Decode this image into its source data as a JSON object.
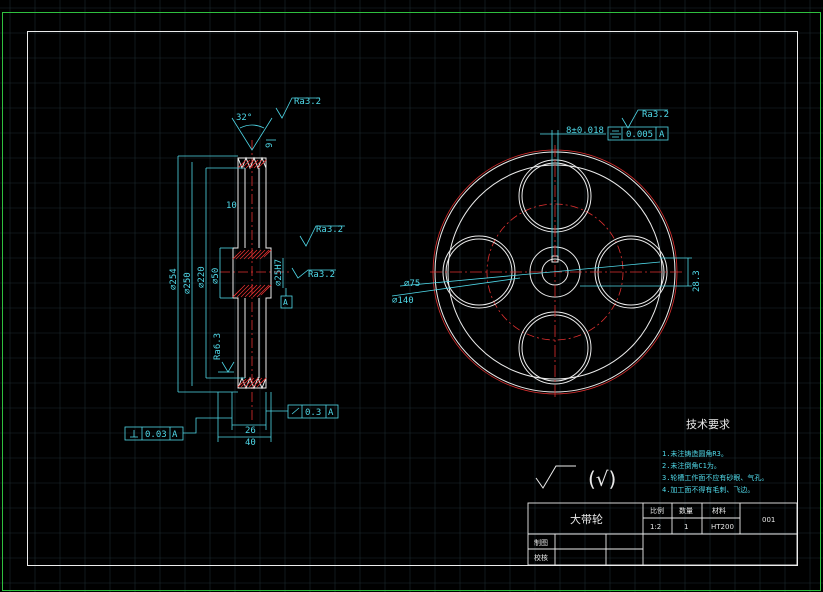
{
  "side_view": {
    "angle": "32°",
    "roughness_top": "Ra3.2",
    "roughness_mid": "Ra3.2",
    "roughness_bore": "Ra3.2",
    "roughness_face": "Ra6.3",
    "dim_9": "9",
    "dim_10": "10",
    "dia_254": "⌀254",
    "dia_250": "⌀250",
    "dia_220": "⌀220",
    "dia_50": "⌀50",
    "dia_25": "⌀25H7",
    "datum_label": "A",
    "dim_26": "26",
    "dim_40": "40",
    "perp_tol": "0.03",
    "perp_datum": "A",
    "runout_tol": "0.3",
    "runout_datum": "A"
  },
  "front_view": {
    "keyway_dim": "8±0.018",
    "sym_tol": "0.005",
    "sym_datum": "A",
    "roughness": "Ra3.2",
    "dia_75": "⌀75",
    "dia_140": "⌀140",
    "dim_28": "28.3"
  },
  "requirements": {
    "title": "技术要求",
    "items": [
      "1.未注铸造圆角R3。",
      "2.未注倒角C1为。",
      "3.轮槽工作面不应有砂眼、气孔。",
      "4.加工面不得有毛刺、飞边。"
    ]
  },
  "general_symbol": "(√)",
  "title_block": {
    "part_name": "大带轮",
    "col_scale": "比例",
    "col_qty": "数量",
    "col_material": "材料",
    "scale": "1:2",
    "qty": "1",
    "material": "HT200",
    "drawing_no": "001",
    "drawn_by": "制图",
    "checked_by": "校核"
  }
}
